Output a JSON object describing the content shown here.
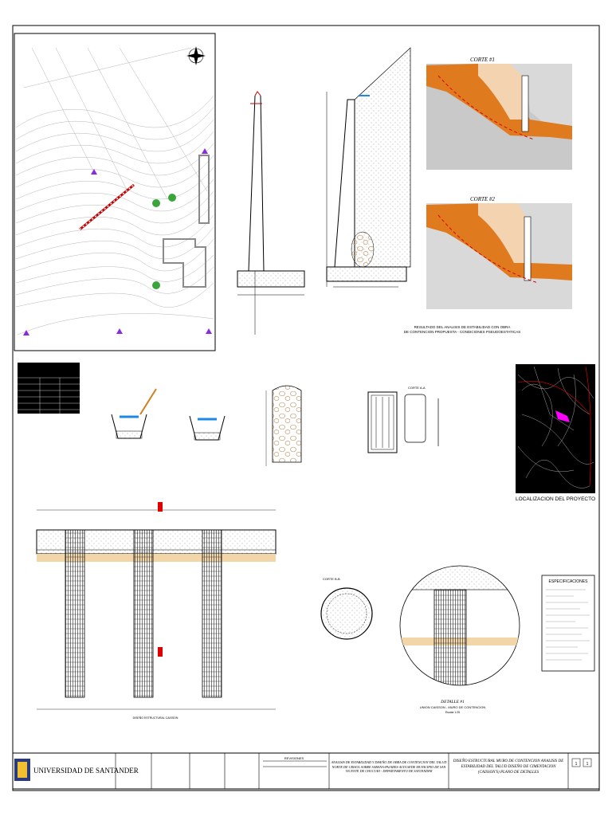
{
  "sheet": {
    "sections": {
      "corte1": "CORTE #1",
      "corte2": "CORTE #2",
      "stability_result": "RESULTADO DEL ANALISIS DE ESTABILIDAD CON OBRA",
      "stability_result_2": "DE CONTENCION PROPUESTA - CONDICIONES PSEUDOESTATICAS",
      "localizacion": "LOCALIZACION DEL PROYECTO",
      "corte_aa": "CORTE A-A",
      "corte_bb": "CORTE B-B",
      "detalle_num": "DETALLE #1",
      "detalle_title": "UNION CAISSON - MURO DE CONTENCION",
      "detalle_scale": "Escala 1:25",
      "especificaciones": "ESPECIFICACIONES",
      "diseno_caisson": "DISEÑO ESTRUCTURAL CAISSON"
    },
    "title_block": {
      "university": "UNIVERSIDAD DE SANTANDER",
      "revisiones": "REVISIONES",
      "project": "ANALISIS DE ESTABILIDAD Y DISEÑO DE OBRA DE CONTENCION DEL TALUD NORTE DE CRISOL SOBRE SABANA-PAJARES-ALTA SEDE MUNICIPIO DE SAN VICENTE DE CHUCURI - DEPARTAMENTO DE SANTANDER",
      "contenido": "DISEÑO ESTRUCTURAL MURO DE CONTENCION ANALISIS DE ESTABILIDAD DEL TALUD DISEÑO DE CIMENTACION (CAISSON'S) PLANO DE DETALLES",
      "sheet_num": "1",
      "sheet_total": "1"
    }
  }
}
